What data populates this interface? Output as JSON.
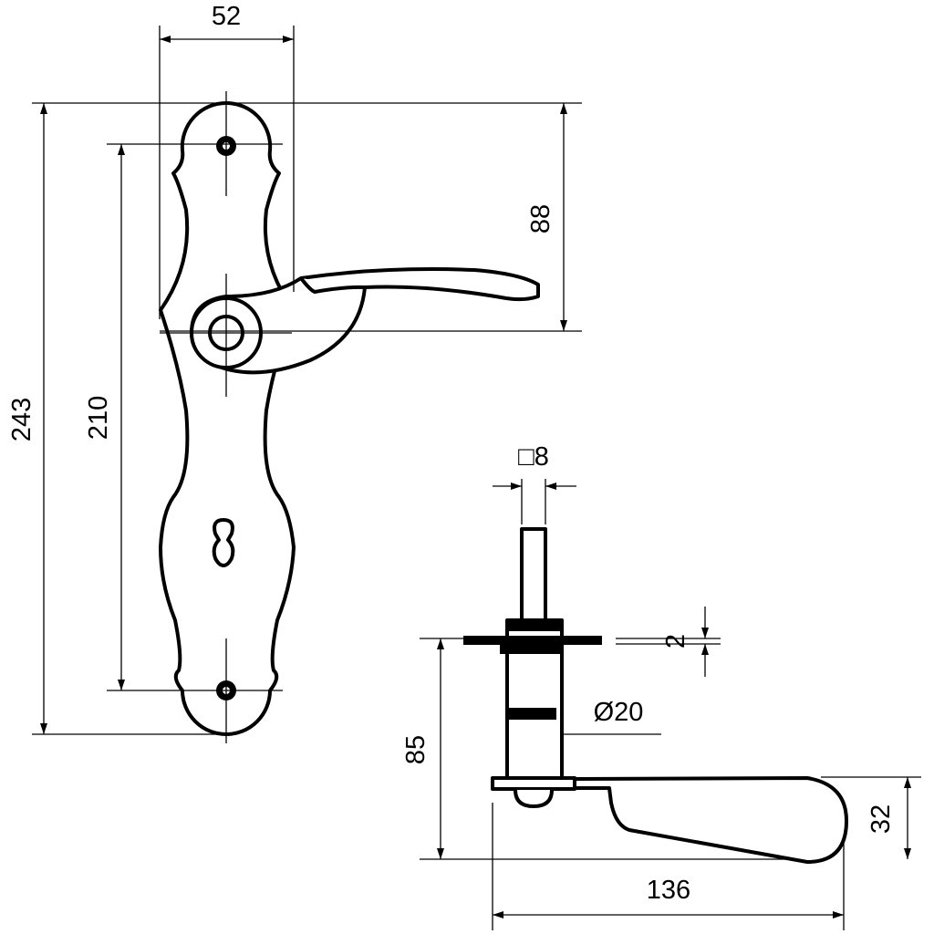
{
  "dimensions": {
    "plate_width": "52",
    "handle_height": "88",
    "plate_height": "243",
    "screw_spacing": "210",
    "spindle_square": "□8",
    "rose_thickness": "2",
    "neck_diameter": "Ø20",
    "projection": "85",
    "lever_height": "32",
    "lever_length": "136"
  },
  "colors": {
    "line": "#000000",
    "background": "#ffffff"
  }
}
